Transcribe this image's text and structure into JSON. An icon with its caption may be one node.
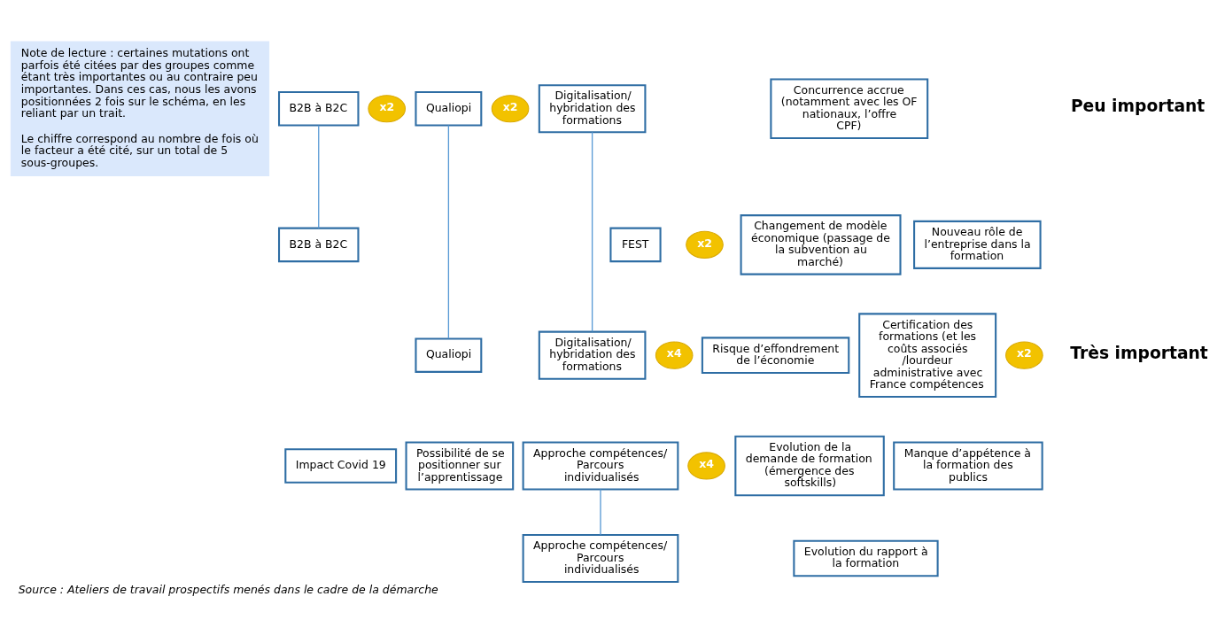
{
  "diagram": {
    "caption": "Source : Ateliers de travail prospectifs menés dans le cadre de la démarche",
    "nodes": [
      {
        "text": [
          "Note de lecture : certaines mutations ont parfois été citées par des groupes comme étant très importantes ou au contraire peu importantes. Dans ces cas, nous les avons positionnées 2 fois sur le schéma, en les reliant par un trait.",
          "Le chiffre correspond au nombre de fois où le facteur a été cité, sur un total de 5 sous-groupes."
        ]
      },
      {
        "text": [
          "B2B à B2C"
        ]
      },
      {
        "text": [
          "x2"
        ]
      },
      {
        "text": [
          "Qualiopi"
        ]
      },
      {
        "text": [
          "x2"
        ]
      },
      {
        "text": [
          "Digitalisation/ hybridation des formations"
        ]
      },
      {
        "text": [
          "Concurrence accrue (notamment avec les OF nationaux, l’offre CPF)"
        ]
      },
      {
        "text": [
          "FEST"
        ]
      },
      {
        "text": [
          "B2B à B2C"
        ]
      },
      {
        "text": [
          "x2"
        ]
      },
      {
        "text": [
          "Changement de modèle économique (passage de la subvention au marché)"
        ]
      },
      {
        "text": [
          "Nouveau rôle de l’entreprise dans la formation"
        ]
      },
      {
        "text": [
          "Qualiopi"
        ]
      },
      {
        "text": [
          "Digitalisation/ hybridation des formations"
        ]
      },
      {
        "text": [
          "x4"
        ]
      },
      {
        "text": [
          "Risque d’effondrement de l’économie"
        ]
      },
      {
        "text": [
          "Certification des formations (et les coûts associés /lourdeur administrative avec France compétences"
        ]
      },
      {
        "text": [
          "x2"
        ]
      },
      {
        "text": [
          "Impact Covid 19"
        ]
      },
      {
        "text": [
          "Possibilité de se positionner sur l’apprentissage"
        ]
      },
      {
        "text": [
          "Approche compétences/ Parcours individualisés"
        ]
      },
      {
        "text": [
          "x4"
        ]
      },
      {
        "text": [
          "Evolution de la demande de formation (émergence des softskills)"
        ]
      },
      {
        "text": [
          "Manque d’appétence à la formation des publics"
        ]
      },
      {
        "text": [
          "Approche compétences/ Parcours individualisés"
        ]
      },
      {
        "text": [
          "Evolution du rapport à la formation"
        ]
      }
    ],
    "edges": [
      {
        "from": 1,
        "to": 8,
        "arrow": "none"
      },
      {
        "from": 3,
        "to": 12,
        "arrow": "none"
      },
      {
        "from": 5,
        "to": 13,
        "arrow": "none"
      },
      {
        "from": 20,
        "to": 24,
        "arrow": "none"
      }
    ],
    "labels": [
      "Peu important",
      "Très important"
    ]
  }
}
